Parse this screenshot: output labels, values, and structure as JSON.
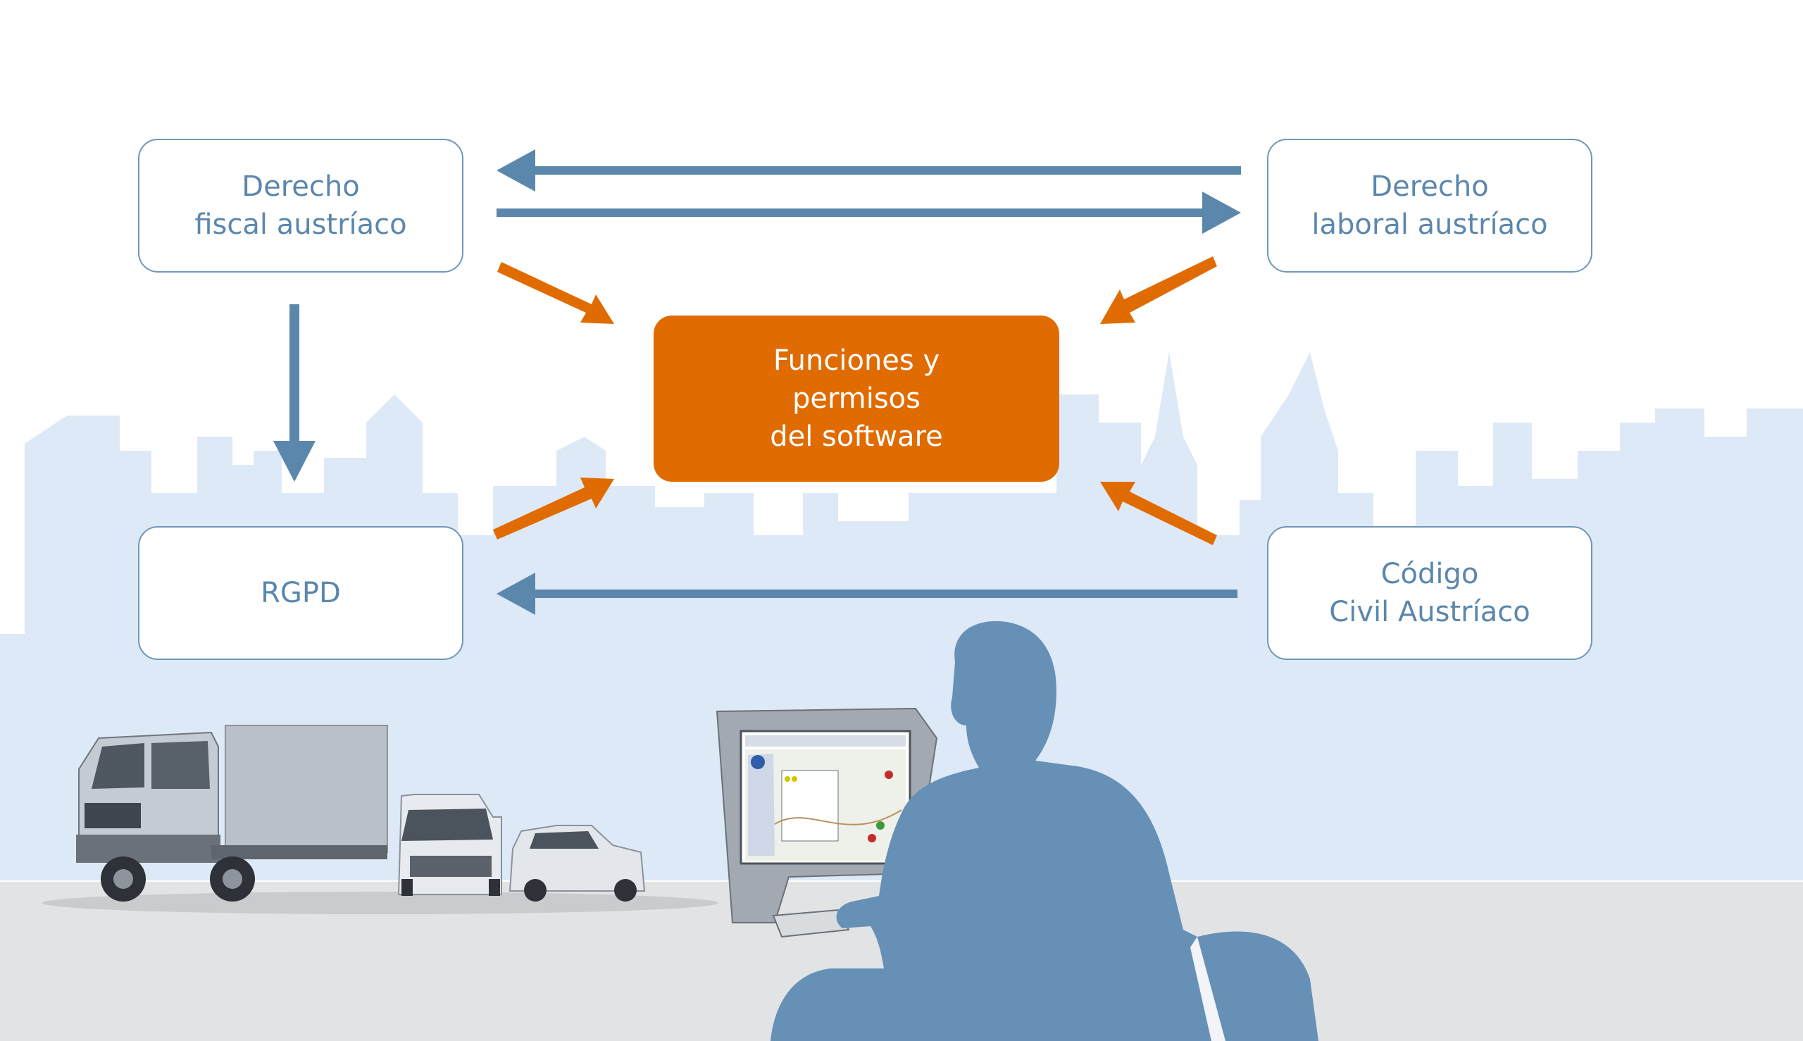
{
  "nodes": {
    "fiscal": {
      "line1": "Derecho",
      "line2": "fiscal austríaco"
    },
    "laboral": {
      "line1": "Derecho",
      "line2": "laboral austríaco"
    },
    "rgpd": {
      "line1": "RGPD"
    },
    "civil": {
      "line1": "Código",
      "line2": "Civil Austríaco"
    },
    "center": {
      "line1": "Funciones y",
      "line2": "permisos",
      "line3": "del software"
    }
  },
  "colors": {
    "blue_arrow": "#5b87ad",
    "orange_arrow": "#e06b00",
    "skyline": "#dde9f6",
    "ground": "#e2e3e5",
    "person": "#6690b5"
  },
  "icons": {
    "vehicles": "truck-van-car-illustration",
    "person": "person-at-computer-illustration"
  }
}
